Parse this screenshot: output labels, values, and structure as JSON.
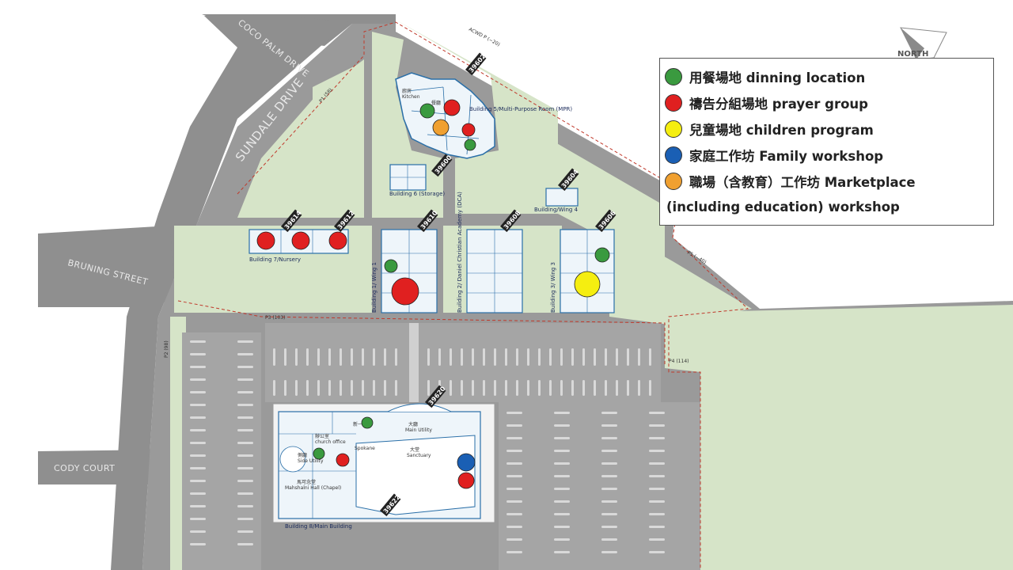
{
  "legend": {
    "items": [
      {
        "label": "用餐場地 dinning location",
        "color": "#3a9a3f"
      },
      {
        "label": "禱告分組場地 prayer group",
        "color": "#e02020"
      },
      {
        "label": "兒童場地 children program",
        "color": "#f5ee10"
      },
      {
        "label": "家庭工作坊 Family workshop",
        "color": "#1a5fb4"
      },
      {
        "label": "職場（含教育）工作坊 Marketplace",
        "color": "#f0a030"
      }
    ],
    "continuation": "(including education) workshop"
  },
  "compass": {
    "label": "NORTH"
  },
  "roads": {
    "coco_palm": "COCO PALM DRIVE",
    "sundale": "SUNDALE DRIVE",
    "bruning": "BRUNING STREET",
    "cody": "CODY COURT"
  },
  "parking": {
    "p1": "P1 (58)",
    "p2": "P2 (98)",
    "p3": "P3 (103)",
    "p4": "P4 (114)",
    "p5": "P5 (~40)",
    "acwd": "ACWD P (~20)"
  },
  "buildings": {
    "b5": "Building 5/Multi-Purpose Room (MPR)",
    "b6": "Building 6 (Storage)",
    "wing4": "Building/Wing 4",
    "b7": "Building 7/Nursery",
    "wing1": "Building 1/ Wing 1",
    "wing2": "Building 2/ Daniel Christian Academy (DCA)",
    "wing3": "Building 3/ Wing 3",
    "b8": "Building 8/Main Building"
  },
  "room_labels": {
    "kitchen_zh": "廚房",
    "kitchen_en": "Kitchen",
    "dining_zh": "餐廳",
    "church_office_zh": "辦公室",
    "church_office_en": "church office",
    "side_utility_zh": "側廳",
    "side_utility_en": "Side Utility",
    "main_utility_zh": "大廳",
    "main_utility_en": "Main Utility",
    "sanctuary_zh": "大堂",
    "sanctuary_en": "Sanctuary",
    "chapel_zh": "馬可念堂",
    "chapel_en": "Mahshalni Hall (Chapel)",
    "fellowship_zh": "新一禮堂",
    "spokane": "Spokane"
  },
  "address_tags": [
    "39602",
    "39600",
    "39604",
    "39614",
    "39612",
    "39610",
    "39608",
    "39606",
    "39620",
    "39622"
  ]
}
